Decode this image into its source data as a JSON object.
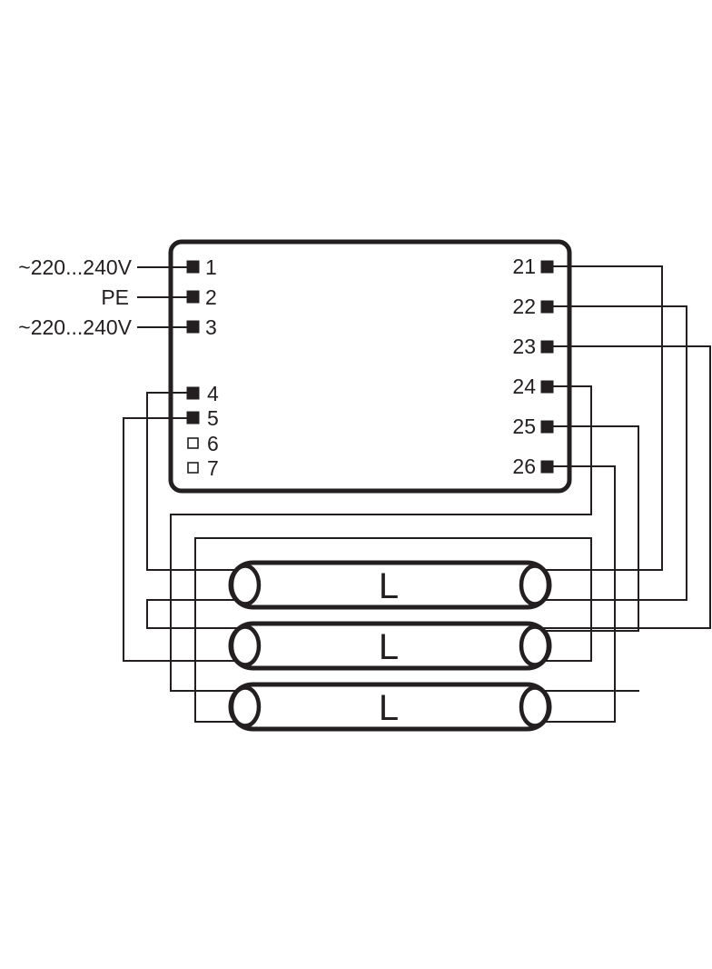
{
  "supply": {
    "l_label": "~220...240V",
    "pe_label": "PE",
    "n_label": "~220...240V"
  },
  "terminals_left": [
    "1",
    "2",
    "3",
    "4",
    "5",
    "6",
    "7"
  ],
  "terminals_right": [
    "21",
    "22",
    "23",
    "24",
    "25",
    "26"
  ],
  "lamps": [
    {
      "label": "L"
    },
    {
      "label": "L"
    },
    {
      "label": "L"
    }
  ]
}
